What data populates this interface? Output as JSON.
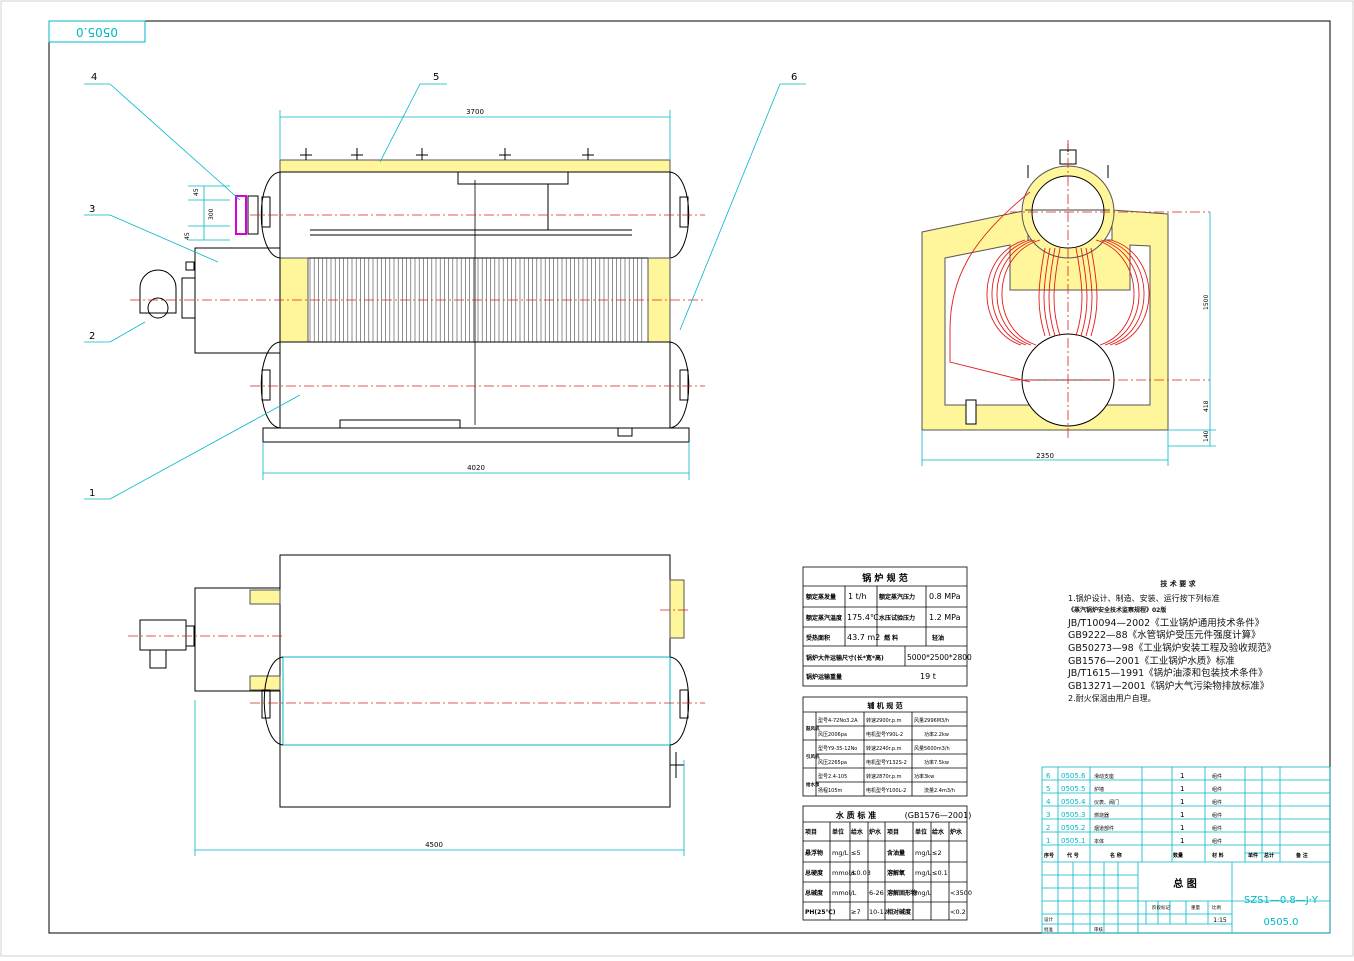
{
  "drawing": {
    "code_rotated": "0505.0",
    "leader_labels": [
      "4",
      "5",
      "6",
      "3",
      "2",
      "1"
    ],
    "dims": {
      "front_top_length": "3700",
      "front_bottom_length": "4020",
      "nozzle_offset": "45",
      "nozzle_spacing": "300",
      "nozzle_offset_lower": "45",
      "side_height": "1500",
      "side_lower_height": "418",
      "side_base_height": "140",
      "side_width": "2350",
      "plan_length": "4500"
    }
  },
  "boiler_spec": {
    "title": "锅 炉 规 范",
    "rows": [
      [
        "额定蒸发量",
        "1 t/h",
        "额定蒸汽压力",
        "0.8 MPa"
      ],
      [
        "额定蒸汽温度",
        "175.4℃",
        "水压试验压力",
        "1.2 MPa"
      ],
      [
        "受热面积",
        "43.7 m2",
        "燃 料",
        "轻油"
      ],
      [
        "锅炉大件运输尺寸(长*宽*高)",
        "5000*2500*2800"
      ],
      [
        "锅炉运输重量",
        "19 t"
      ]
    ]
  },
  "aux_spec": {
    "title": "辅 机 规 范",
    "rows": [
      [
        "鼓风机",
        "型号4-72No3.2A",
        "转速2900r.p.m",
        "风量2996M3/h",
        "风压2006pa",
        "电机型号Y90L-2",
        "功率2.2kw"
      ],
      [
        "引风机",
        "型号Y9-35-12No",
        "转速2240r.p.m",
        "风量5600m3/h",
        "风压2265pa",
        "电机型号Y132S-2",
        "功率7.5kw"
      ],
      [
        "给水泵",
        "型号2.4-105",
        "转速2870r.p.m",
        "功率3kw",
        "扬程105m",
        "电机型号Y100L-2",
        "流量2.4m3/h"
      ]
    ]
  },
  "water_spec": {
    "title": "水 质 标 准",
    "standard": "(GB1576—2001)",
    "header": [
      "项目",
      "单位",
      "给水",
      "炉水",
      "项目",
      "单位",
      "给水",
      "炉水"
    ],
    "rows": [
      [
        "悬浮物",
        "mg/L",
        "≤5",
        "",
        "含油量",
        "mg/L",
        "≤2",
        ""
      ],
      [
        "总硬度",
        "mmol/L",
        "≤0.03",
        "",
        "溶解氧",
        "mg/L",
        "≤0.1",
        ""
      ],
      [
        "总碱度",
        "mmol/L",
        "",
        "6-26",
        "溶解固形物",
        "mg/L",
        "",
        "<3500"
      ],
      [
        "PH(25℃)",
        "",
        "≥7",
        "10-12",
        "相对碱度",
        "",
        "",
        "<0.2"
      ]
    ]
  },
  "notes": {
    "title": "技 术 要 求",
    "lines": [
      {
        "t": "1.锅炉设计、制造、安装、运行按下列标准",
        "c": "n"
      },
      {
        "t": "《蒸汽锅炉安全技术监察规程》02版",
        "c": "sm"
      },
      {
        "t": "JB/T10094—2002《工业锅炉通用技术条件》",
        "c": "big"
      },
      {
        "t": "GB9222—88《水管锅炉受压元件强度计算》",
        "c": "big"
      },
      {
        "t": "GB50273—98《工业锅炉安装工程及验收规范》",
        "c": "big"
      },
      {
        "t": "GB1576—2001《工业锅炉水质》标准",
        "c": "big"
      },
      {
        "t": "JB/T1615—1991《锅炉油漆和包装技术条件》",
        "c": "big"
      },
      {
        "t": "GB13271—2001《锅炉大气污染物排放标准》",
        "c": "big"
      },
      {
        "t": "2.耐火保温由用户自理。",
        "c": "n"
      }
    ]
  },
  "parts": [
    {
      "no": "6",
      "code": "0505.6",
      "name": "滑动支座",
      "qty": "1",
      "mat": "组件"
    },
    {
      "no": "5",
      "code": "0505.5",
      "name": "炉墙",
      "qty": "1",
      "mat": "组件"
    },
    {
      "no": "4",
      "code": "0505.4",
      "name": "仪表、阀门",
      "qty": "1",
      "mat": "组件"
    },
    {
      "no": "3",
      "code": "0505.3",
      "name": "燃烧器",
      "qty": "1",
      "mat": "组件"
    },
    {
      "no": "2",
      "code": "0505.2",
      "name": "烟道部件",
      "qty": "1",
      "mat": "组件"
    },
    {
      "no": "1",
      "code": "0505.1",
      "name": "本体",
      "qty": "1",
      "mat": "组件"
    }
  ],
  "parts_header": [
    "序号",
    "代 号",
    "名 称",
    "数量",
    "材 料",
    "单件",
    "总计",
    "备 注"
  ],
  "title_block": {
    "drawing_title": "总 图",
    "model": "SZS1—0.8—J·Y",
    "code": "0505.0",
    "scale": "1:15",
    "weight_label": "重量",
    "scale_label": "比例",
    "stage_label": "阶段标记",
    "design": "设计",
    "check": "审核",
    "approve": "批准"
  },
  "colors": {
    "outline": "#000000",
    "dim": "#00b7c7",
    "insulation": "#fff59a",
    "tubes": "#e41a1a",
    "center": "#d62020",
    "magenta": "#d800d8"
  }
}
